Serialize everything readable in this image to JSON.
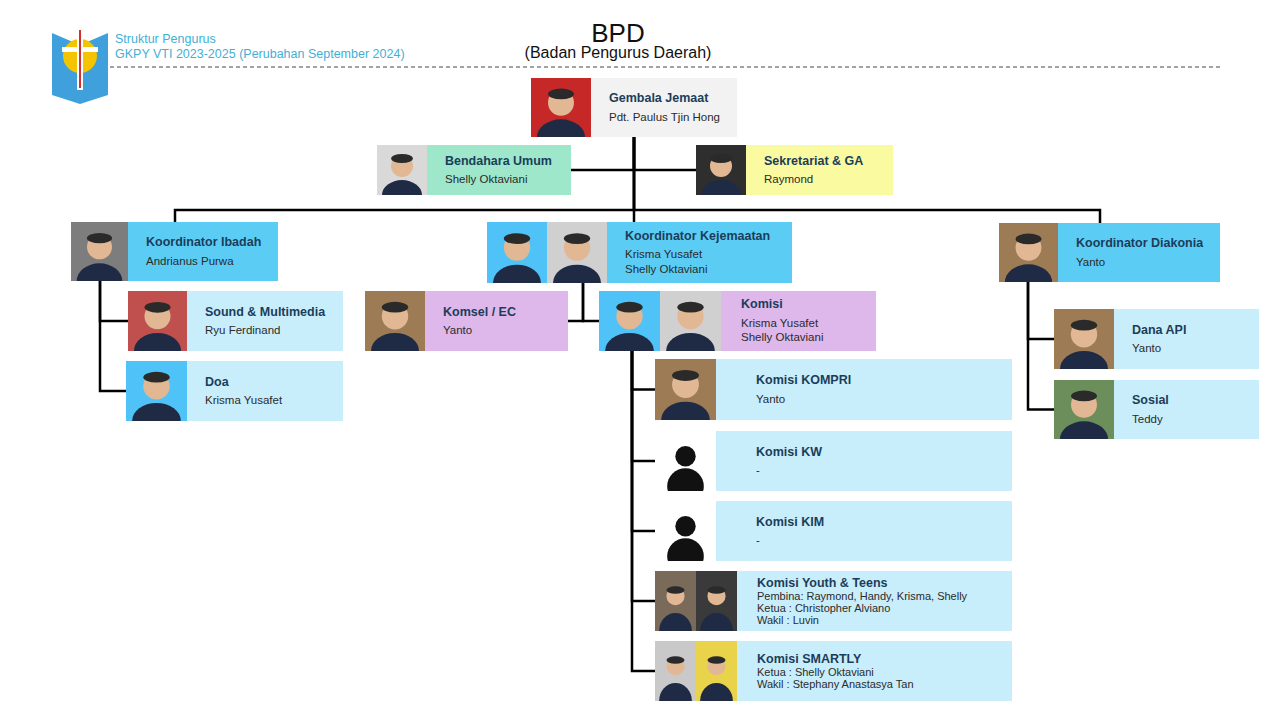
{
  "diagram": {
    "title": "BPD",
    "nodes": [
      {
        "text": [
          "Gembala Jemaat",
          "Pdt. Paulus Tjin Hong"
        ]
      },
      {
        "text": [
          "Bendahara Umum",
          "Shelly Oktaviani"
        ]
      },
      {
        "text": [
          "Sekretariat & GA",
          "Raymond"
        ]
      },
      {
        "text": [
          "Koordinator Ibadah",
          "Andrianus Purwa"
        ]
      },
      {
        "text": [
          "Koordinator Kejemaatan",
          "Krisma Yusafet",
          "Shelly Oktaviani"
        ]
      },
      {
        "text": [
          "Koordinator Diakonia",
          "Yanto"
        ]
      },
      {
        "text": [
          "Sound & Multimedia",
          "Ryu Ferdinand"
        ]
      },
      {
        "text": [
          "Doa",
          "Krisma Yusafet"
        ]
      },
      {
        "text": [
          "Komsel / EC",
          "Yanto"
        ]
      },
      {
        "text": [
          "Komisi",
          "Krisma Yusafet",
          "Shelly Oktaviani"
        ]
      },
      {
        "text": [
          "Komisi KOMPRI",
          "Yanto"
        ]
      },
      {
        "text": [
          "Komisi KW",
          "-"
        ]
      },
      {
        "text": [
          "Komisi KIM",
          "-"
        ]
      },
      {
        "text": [
          "Komisi Youth & Teens",
          "Pembina: Raymond, Handy, Krisma, Shelly",
          "Ketua : Christopher Alviano",
          "Wakil : Luvin"
        ]
      },
      {
        "text": [
          "Komisi SMARTLY",
          "Ketua : Shelly Oktaviani",
          "Wakil : Stephany Anastasya Tan"
        ]
      },
      {
        "text": [
          "Dana API",
          "Yanto"
        ]
      },
      {
        "text": [
          "Sosial",
          "Teddy"
        ]
      }
    ],
    "edges": [
      {
        "from": 0,
        "to": 1,
        "arrow": "none"
      },
      {
        "from": 0,
        "to": 2,
        "arrow": "none"
      },
      {
        "from": 0,
        "to": 3,
        "arrow": "none"
      },
      {
        "from": 0,
        "to": 4,
        "arrow": "none"
      },
      {
        "from": 0,
        "to": 5,
        "arrow": "none"
      },
      {
        "from": 3,
        "to": 6,
        "arrow": "none"
      },
      {
        "from": 3,
        "to": 7,
        "arrow": "none"
      },
      {
        "from": 4,
        "to": 8,
        "arrow": "none"
      },
      {
        "from": 4,
        "to": 9,
        "arrow": "none"
      },
      {
        "from": 9,
        "to": 10,
        "arrow": "none"
      },
      {
        "from": 9,
        "to": 11,
        "arrow": "none"
      },
      {
        "from": 9,
        "to": 12,
        "arrow": "none"
      },
      {
        "from": 9,
        "to": 13,
        "arrow": "none"
      },
      {
        "from": 9,
        "to": 14,
        "arrow": "none"
      },
      {
        "from": 5,
        "to": 15,
        "arrow": "none"
      },
      {
        "from": 5,
        "to": 16,
        "arrow": "none"
      }
    ],
    "labels": [
      "Struktur Pengurus",
      "GKPY VTI 2023-2025 (Perubahan September 2024)",
      "(Badan Pengurus Daerah)"
    ]
  }
}
